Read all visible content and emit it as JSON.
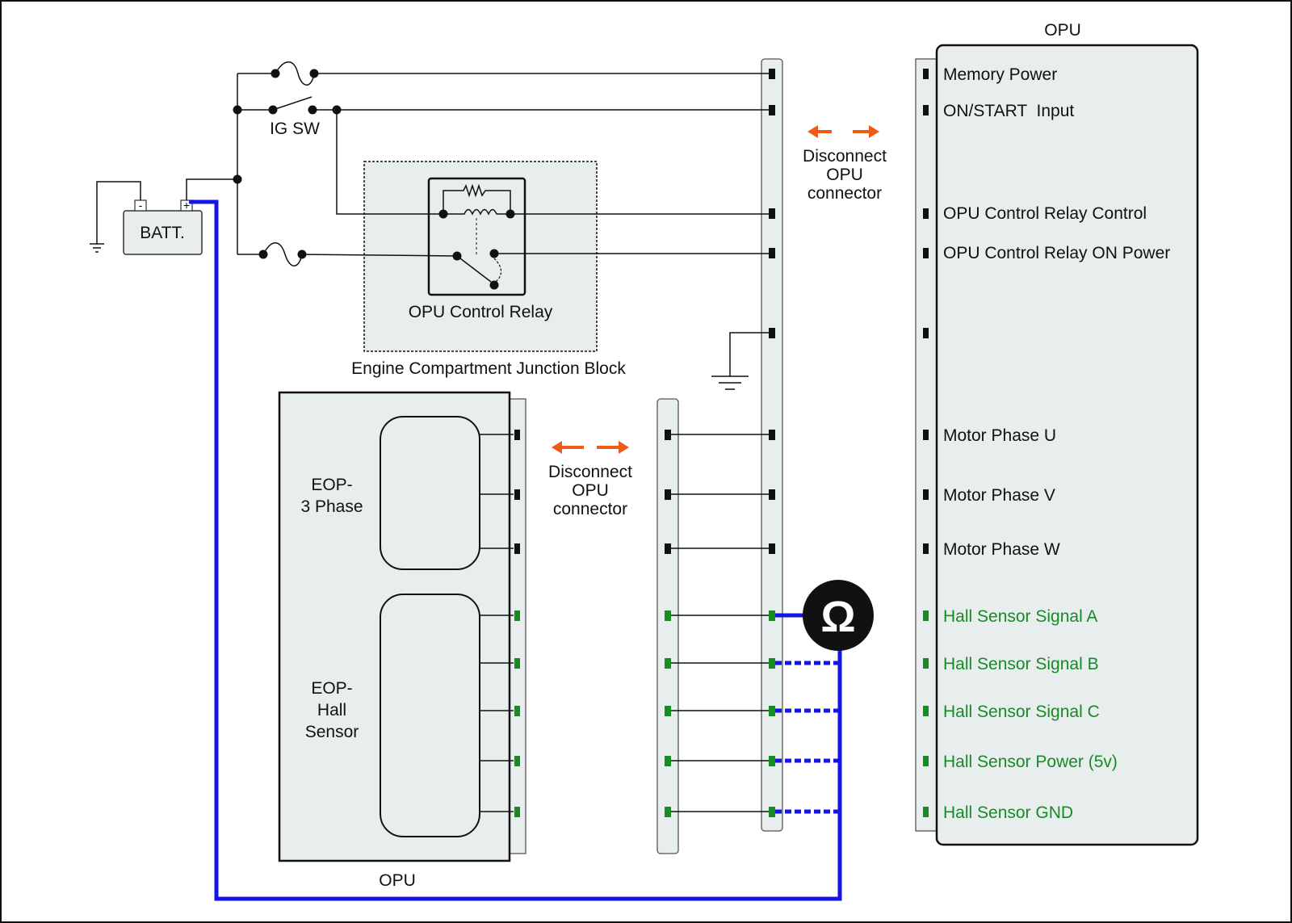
{
  "opu_title": "OPU",
  "opu_bottom_label": "OPU",
  "battery_label": "BATT.",
  "battery_neg": "-",
  "battery_pos": "+",
  "ig_sw_label": "IG SW",
  "relay_label": "OPU Control Relay",
  "junction_block_label": "Engine Compartment Junction Block",
  "eop_3phase_line1": "EOP-",
  "eop_3phase_line2": "3 Phase",
  "eop_hall_line1": "EOP-",
  "eop_hall_line2": "Hall",
  "eop_hall_line3": "Sensor",
  "disconnect_top": [
    "Disconnect",
    "OPU",
    "connector"
  ],
  "disconnect_mid": [
    "Disconnect",
    "OPU",
    "connector"
  ],
  "ohmmeter_symbol": "Ω",
  "opu_pins": [
    "Memory Power",
    "ON/START  Input",
    "OPU Control Relay Control",
    "OPU Control Relay ON Power",
    "Motor Phase U",
    "Motor Phase V",
    "Motor Phase W",
    "Hall Sensor Signal A",
    "Hall Sensor Signal B",
    "Hall Sensor Signal C",
    "Hall Sensor Power (5v)",
    "Hall Sensor GND"
  ],
  "colors": {
    "meter_wire": "#1414e6",
    "arrow": "#ef5a16",
    "hall_pin": "#178a24",
    "panel_fill": "#e8eeee"
  }
}
